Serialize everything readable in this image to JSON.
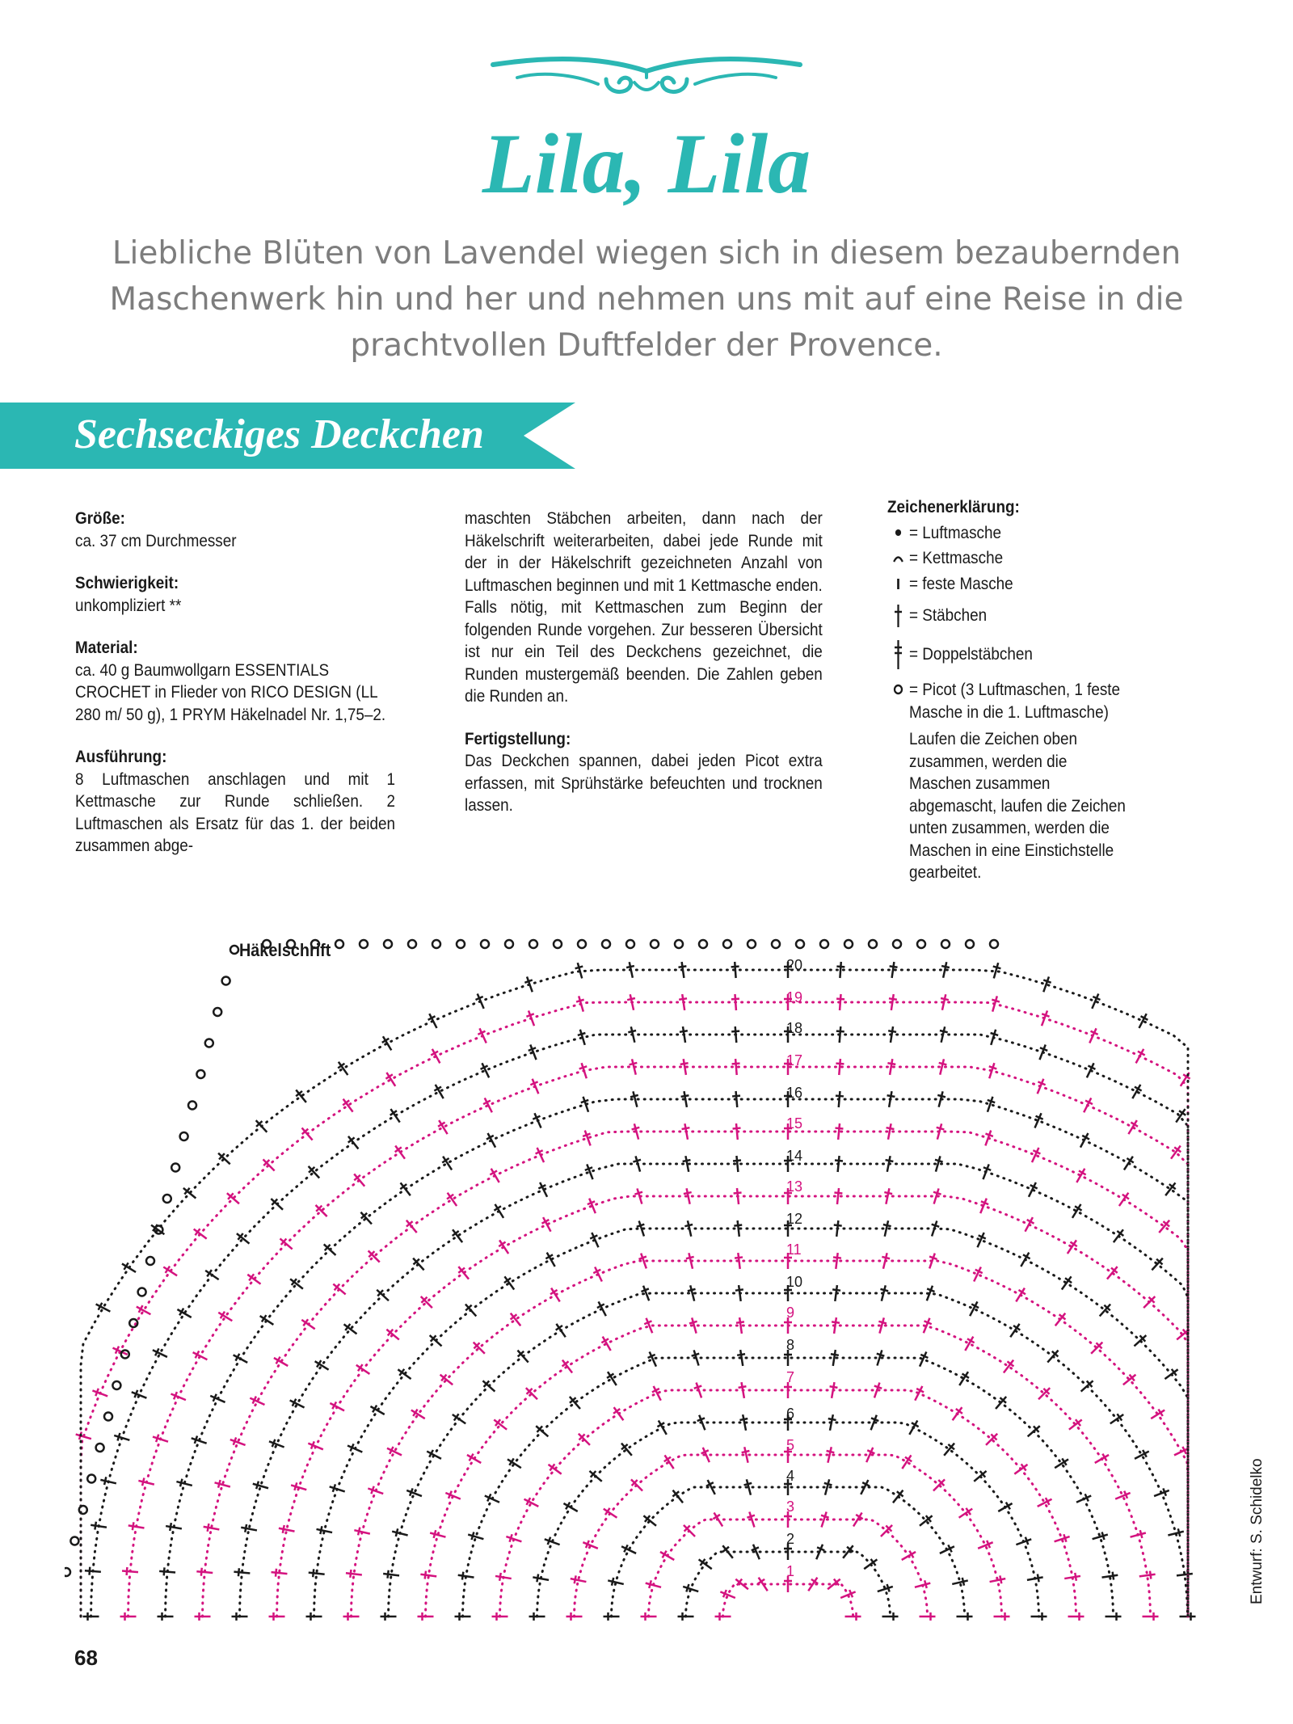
{
  "title": "Lila, Lila",
  "intro": "Liebliche Blüten von Lavendel wiegen sich in diesem bezaubernden Maschenwerk hin und her und nehmen uns mit auf eine Reise in die prachtvollen Duftfelder der Provence.",
  "section_title": "Sechseckiges Deckchen",
  "colors": {
    "accent": "#2bb7b3",
    "pink": "#d4137f",
    "black": "#1a1a1a",
    "grey_text": "#7d7d7d"
  },
  "groesse": {
    "label": "Größe:",
    "text": "ca. 37 cm Durchmesser"
  },
  "schwierigkeit": {
    "label": "Schwierigkeit:",
    "text": "unkompliziert **"
  },
  "material": {
    "label": "Material:",
    "text": "ca. 40 g Baumwollgarn ESSENTIALS CROCHET in Flieder von RICO DESIGN (LL 280 m/ 50 g), 1 PRYM Häkelnadel Nr. 1,75–2."
  },
  "ausfuehrung": {
    "label": "Ausführung:",
    "text_part1": "8 Luftmaschen anschlagen und mit 1 Kettmasche zur Runde schließen. 2 Luftmaschen als Ersatz für das 1. der beiden zusammen abge-",
    "text_part2": "maschten Stäbchen arbeiten, dann nach der Häkelschrift weiterarbeiten, dabei jede Runde mit der in der Häkelschrift gezeichneten Anzahl von Luftmaschen beginnen und mit 1 Kettmasche enden. Falls nötig, mit Kettmaschen zum Beginn der folgenden Runde vorgehen. Zur besseren Übersicht ist nur ein Teil des Deckchens gezeichnet, die Runden mustergemäß beenden. Die Zahlen geben die Runden an."
  },
  "fertigstellung": {
    "label": "Fertigstellung:",
    "text": "Das Deckchen spannen, dabei jeden Picot extra erfassen, mit Sprühstärke befeuchten und trocknen lassen."
  },
  "legend": {
    "title": "Zeichenerklärung:",
    "items": [
      {
        "icon": "dot-icon",
        "text": "= Luftmasche"
      },
      {
        "icon": "arc-icon",
        "text": "= Kettmasche"
      },
      {
        "icon": "bar-icon",
        "text": "= feste Masche"
      },
      {
        "icon": "treble-icon",
        "text": "= Stäbchen"
      },
      {
        "icon": "double-treble-icon",
        "text": "= Doppelstäbchen"
      },
      {
        "icon": "ring-icon",
        "text": "= Picot (3 Luftmaschen, 1 feste Masche in die 1. Luftmasche)"
      }
    ],
    "note": "Laufen die Zeichen oben zusammen, werden die Maschen zusammen abgemascht, laufen die Zeichen unten zusammen, werden die Maschen in eine Einstichstelle gearbeitet."
  },
  "chart_label": "Häkelschrift",
  "round_numbers": [
    "1",
    "2",
    "3",
    "4",
    "5",
    "6",
    "7",
    "8",
    "9",
    "10",
    "11",
    "12",
    "13",
    "14",
    "15",
    "16",
    "17",
    "18",
    "19",
    "20"
  ],
  "credit": "Entwurf: S. Schidelko",
  "page_number": "68"
}
